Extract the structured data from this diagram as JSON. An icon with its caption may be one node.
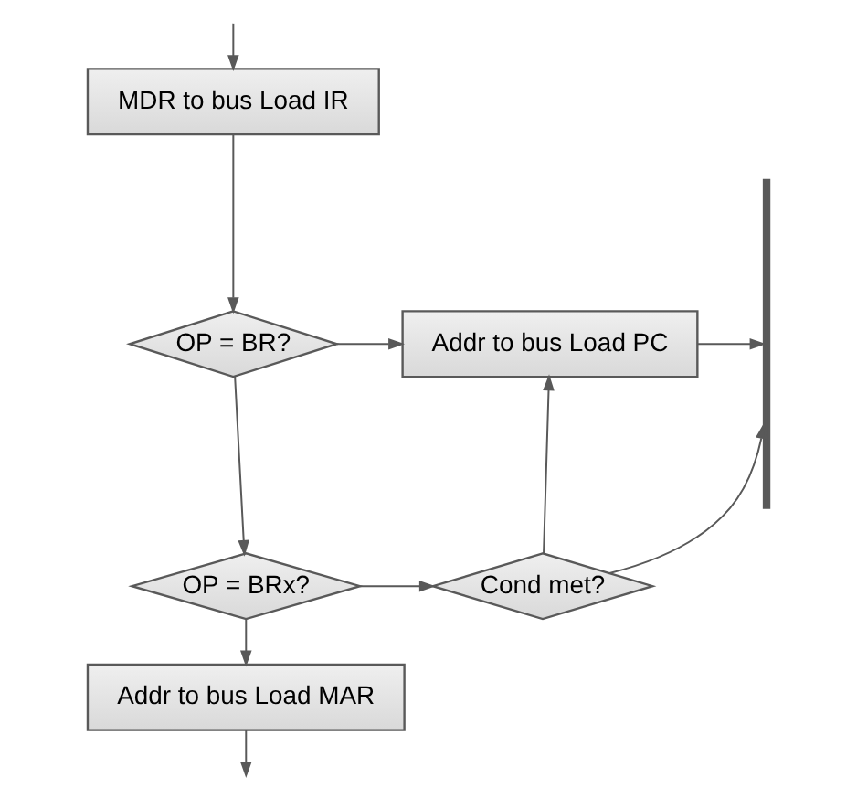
{
  "diagram": {
    "nodes": [
      {
        "text": [
          "MDR to bus Load IR"
        ]
      },
      {
        "text": [
          "OP = BR?"
        ]
      },
      {
        "text": [
          "Addr to bus Load PC"
        ]
      },
      {
        "text": [
          "OP = BRx?"
        ]
      },
      {
        "text": [
          "Cond met?"
        ]
      },
      {
        "text": [
          "Addr to bus Load MAR"
        ]
      },
      {
        "text": [],
        "shape": "bar"
      }
    ],
    "edges": [
      {
        "from": null,
        "to": 0,
        "arrow": "to"
      },
      {
        "from": 0,
        "to": 1,
        "arrow": "to"
      },
      {
        "from": 1,
        "to": 2,
        "arrow": "to"
      },
      {
        "from": 2,
        "to": 6,
        "arrow": "to"
      },
      {
        "from": 1,
        "to": 3,
        "arrow": "to"
      },
      {
        "from": 3,
        "to": 4,
        "arrow": "to"
      },
      {
        "from": 4,
        "to": 2,
        "arrow": "to"
      },
      {
        "from": 4,
        "to": 6,
        "arrow": "to"
      },
      {
        "from": 3,
        "to": 5,
        "arrow": "to"
      },
      {
        "from": 5,
        "to": null,
        "arrow": "to"
      }
    ]
  }
}
